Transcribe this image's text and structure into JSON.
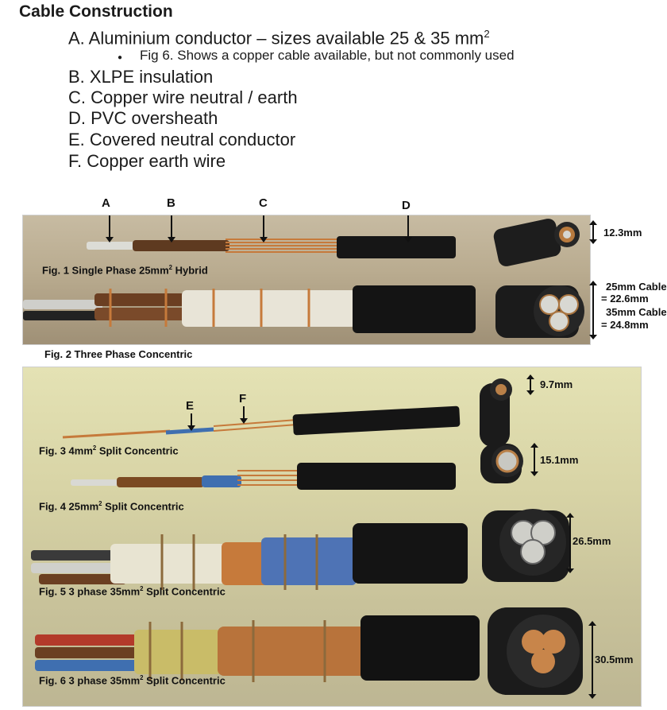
{
  "heading": "Cable Construction",
  "items": [
    {
      "text": "A. Aluminium conductor – sizes available 25 & 35 mm",
      "sup": "2"
    },
    {
      "text": "B. XLPE insulation"
    },
    {
      "text": "C. Copper wire neutral / earth"
    },
    {
      "text": "D. PVC oversheath"
    },
    {
      "text": "E. Covered neutral conductor"
    },
    {
      "text": "F. Copper earth wire"
    }
  ],
  "bullet": {
    "symbol": "●",
    "text": "Fig 6. Shows a copper cable available, but not commonly used"
  },
  "photo_top": {
    "pointer_labels": [
      "A",
      "B",
      "C",
      "D"
    ],
    "fig1": {
      "caption_pre": "Fig. 1  Single Phase 25mm",
      "sup": "2",
      "caption_post": " Hybrid",
      "dimension": "12.3mm"
    },
    "fig2": {
      "caption": "Fig. 2  Three Phase Concentric",
      "dim_lines": [
        "25mm Cable",
        "= 22.6mm",
        "35mm Cable",
        "= 24.8mm"
      ]
    }
  },
  "photo_bottom": {
    "pointer_labels": [
      "E",
      "F"
    ],
    "figs": [
      {
        "caption_pre": "Fig. 3   4mm",
        "sup": "2",
        "caption_post": " Split Concentric",
        "dimension": "9.7mm"
      },
      {
        "caption_pre": "Fig. 4   25mm",
        "sup": "2",
        "caption_post": " Split Concentric",
        "dimension": "15.1mm"
      },
      {
        "caption_pre": "Fig. 5   3 phase 35mm",
        "sup": "2",
        "caption_post": " Split Concentric",
        "dimension": "26.5mm"
      },
      {
        "caption_pre": "Fig. 6   3 phase 35mm",
        "sup": "2",
        "caption_post": " Split Concentric",
        "dimension": "30.5mm"
      }
    ]
  },
  "colors": {
    "aluminium": "#d9d9d4",
    "xlpe_brown": "#6b3f22",
    "copper": "#c8783a",
    "pvc_black": "#151515",
    "blue_insulation": "#3f6fb0"
  }
}
